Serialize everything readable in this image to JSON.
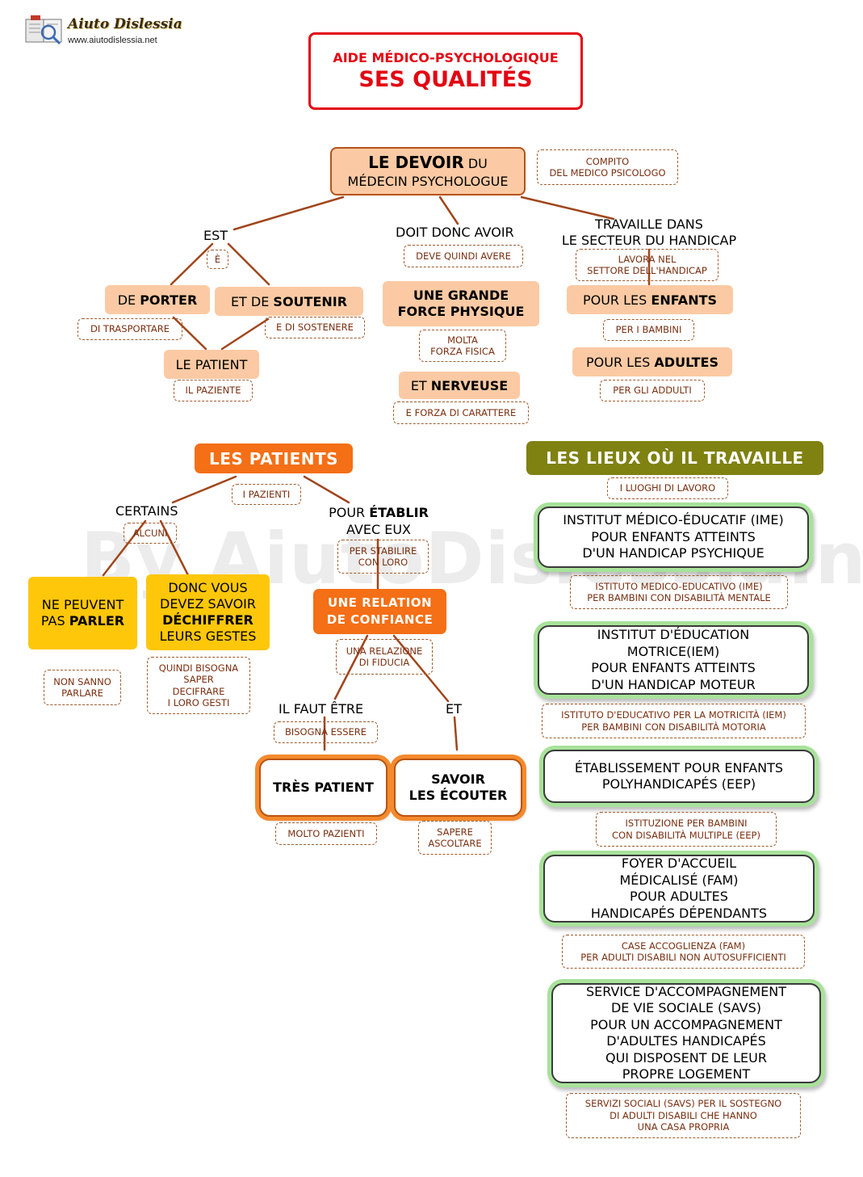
{
  "header": {
    "logo_title": "Aiuto Dislessia",
    "logo_url": "www.aiutodislessia.net",
    "title_line1": "AIDE MÉDICO-PSYCHOLOGIQUE",
    "title_line2": "SES QUALITÉS"
  },
  "watermark": "By AiutoDislessia.net",
  "top": {
    "devoir_bold": "LE DEVOIR",
    "devoir_rest": " DU",
    "devoir_line2": "MÉDECIN PSYCHOLOGUE",
    "devoir_tr": [
      "COMPITO",
      "DEL MEDICO PSICOLOGO"
    ],
    "est": "EST",
    "est_tr": "È",
    "porter_pre": "DE ",
    "porter_bold": "PORTER",
    "porter_tr": "DI TRASPORTARE",
    "soutenir_pre": "ET DE ",
    "soutenir_bold": "SOUTENIR",
    "soutenir_tr": "E DI SOSTENERE",
    "patient": "LE PATIENT",
    "patient_tr": "IL PAZIENTE",
    "doit": "DOIT DONC AVOIR",
    "doit_tr": "DEVE QUINDI AVERE",
    "force": [
      "UNE GRANDE",
      "FORCE PHYSIQUE"
    ],
    "force_tr": [
      "MOLTA",
      "FORZA FISICA"
    ],
    "nerveuse_pre": "ET ",
    "nerveuse_bold": "NERVEUSE",
    "nerveuse_tr": "E FORZA DI CARATTERE",
    "travaille": [
      "TRAVAILLE DANS",
      "LE SECTEUR DU HANDICAP"
    ],
    "travaille_tr": [
      "LAVORA NEL",
      "SETTORE DELL'HANDICAP"
    ],
    "enfants_pre": "POUR LES ",
    "enfants_bold": "ENFANTS",
    "enfants_tr": "PER I BAMBINI",
    "adultes_pre": "POUR LES ",
    "adultes_bold": "ADULTES",
    "adultes_tr": "PER GLI ADDULTI"
  },
  "patients": {
    "title": "LES PATIENTS",
    "title_tr": "I PAZIENTI",
    "certains": "CERTAINS",
    "certains_tr": "ALCUNI",
    "parler_line1": "NE PEUVENT",
    "parler_pre": "PAS ",
    "parler_bold": "PARLER",
    "parler_tr": [
      "NON SANNO",
      "PARLARE"
    ],
    "dechiffrer": [
      "DONC VOUS",
      "DEVEZ SAVOIR",
      "DÉCHIFFRER",
      "LEURS GESTES"
    ],
    "dechiffrer_tr": [
      "QUINDI BISOGNA",
      "SAPER",
      "DECIFRARE",
      "I LORO GESTI"
    ],
    "etablir_pre": "POUR ",
    "etablir_bold": "ÉTABLIR",
    "etablir_line2": "AVEC EUX",
    "etablir_tr": [
      "PER STABILIRE",
      "CON LORO"
    ],
    "relation": [
      "UNE RELATION",
      "DE CONFIANCE"
    ],
    "relation_tr": [
      "UNA RELAZIONE",
      "DI FIDUCIA"
    ],
    "faut": "IL FAUT ÊTRE",
    "faut_tr": "BISOGNA ESSERE",
    "et": "ET",
    "tres": "TRÈS PATIENT",
    "tres_tr": "MOLTO PAZIENTI",
    "savoir": [
      "SAVOIR",
      "LES ÉCOUTER"
    ],
    "savoir_tr": [
      "SAPERE",
      "ASCOLTARE"
    ]
  },
  "lieux": {
    "title": "LES LIEUX OÙ IL TRAVAILLE",
    "title_tr": "I LUOGHI DI LAVORO",
    "items": [
      {
        "lines": [
          "INSTITUT MÉDICO-ÉDUCATIF (IME)",
          "POUR ENFANTS ATTEINTS",
          "D'UN HANDICAP PSYCHIQUE"
        ],
        "tr": [
          "ISTITUTO MEDICO-EDUCATIVO (IME)",
          "PER BAMBINI CON DISABILITÀ MENTALE"
        ]
      },
      {
        "lines": [
          "INSTITUT D'ÉDUCATION",
          "MOTRICE(IEM)",
          "POUR ENFANTS ATTEINTS",
          "D'UN HANDICAP MOTEUR"
        ],
        "tr": [
          "ISTITUTO D'EDUCATIVO PER LA MOTRICITÀ (IEM)",
          "PER BAMBINI CON DISABILITÀ MOTORIA"
        ]
      },
      {
        "lines": [
          "ÉTABLISSEMENT POUR ENFANTS",
          "POLYHANDICAPÉS (EEP)"
        ],
        "tr": [
          "ISTITUZIONE PER BAMBINI",
          "CON DISABILITÀ MULTIPLE (EEP)"
        ]
      },
      {
        "lines": [
          "FOYER D'ACCUEIL",
          "MÉDICALISÉ (FAM)",
          "POUR ADULTES",
          "HANDICAPÉS DÉPENDANTS"
        ],
        "tr": [
          "CASE ACCOGLIENZA (FAM)",
          "PER ADULTI DISABILI NON AUTOSUFFICIENTI"
        ]
      },
      {
        "lines": [
          "SERVICE D'ACCOMPAGNEMENT",
          "DE VIE SOCIALE (SAVS)",
          "POUR UN ACCOMPAGNEMENT",
          "D'ADULTES HANDICAPÉS",
          "QUI DISPOSENT DE LEUR",
          "PROPRE LOGEMENT"
        ],
        "tr": [
          "SERVIZI SOCIALI (SAVS) PER IL SOSTEGNO",
          "DI ADULTI DISABILI CHE HANNO",
          "UNA CASA PROPRIA"
        ]
      }
    ]
  }
}
